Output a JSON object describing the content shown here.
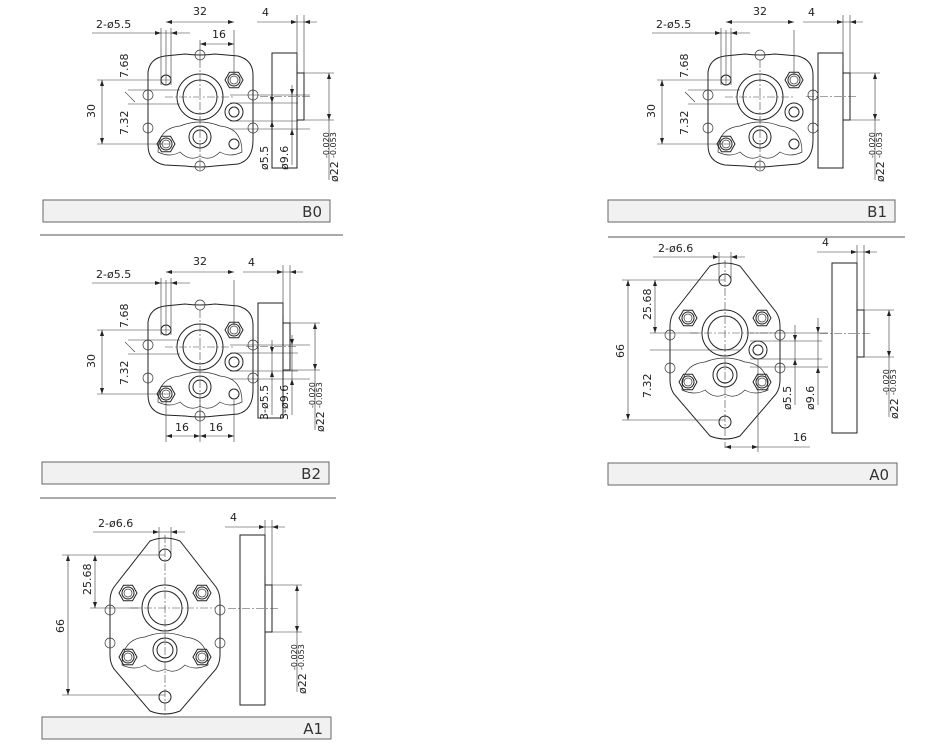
{
  "panels": {
    "B0": {
      "label": "B0",
      "holes": "2-ø5.5",
      "width": "32",
      "half": "16",
      "height": "30",
      "upper": "7.68",
      "lower": "7.32",
      "d1": "ø5.5",
      "d2": "ø9.6",
      "thick": "4",
      "shaft": "ø22",
      "tol_up": "-0.020",
      "tol_lo": "-0.053"
    },
    "B1": {
      "label": "B1",
      "holes": "2-ø5.5",
      "width": "32",
      "height": "30",
      "upper": "7.68",
      "lower": "7.32",
      "thick": "4",
      "shaft": "ø22",
      "tol_up": "-0.020",
      "tol_lo": "-0.053"
    },
    "B2": {
      "label": "B2",
      "holes": "2-ø5.5",
      "width": "32",
      "height": "30",
      "upper": "7.68",
      "lower": "7.32",
      "d1": "3-ø5.5",
      "d2": "3-ø9.6",
      "bottom_left": "16",
      "bottom_right": "16",
      "thick": "4",
      "shaft": "ø22",
      "tol_up": "-0.020",
      "tol_lo": "-0.053"
    },
    "A0": {
      "label": "A0",
      "holes": "2-ø6.6",
      "height": "66",
      "upper": "25.68",
      "lower": "7.32",
      "d1": "ø5.5",
      "d2": "ø9.6",
      "offset": "16",
      "thick": "4",
      "shaft": "ø22",
      "tol_up": "-0.020",
      "tol_lo": "-0.053"
    },
    "A1": {
      "label": "A1",
      "holes": "2-ø6.6",
      "height": "66",
      "upper": "25.68",
      "thick": "4",
      "shaft": "ø22",
      "tol_up": "-0.020",
      "tol_lo": "-0.053"
    }
  }
}
